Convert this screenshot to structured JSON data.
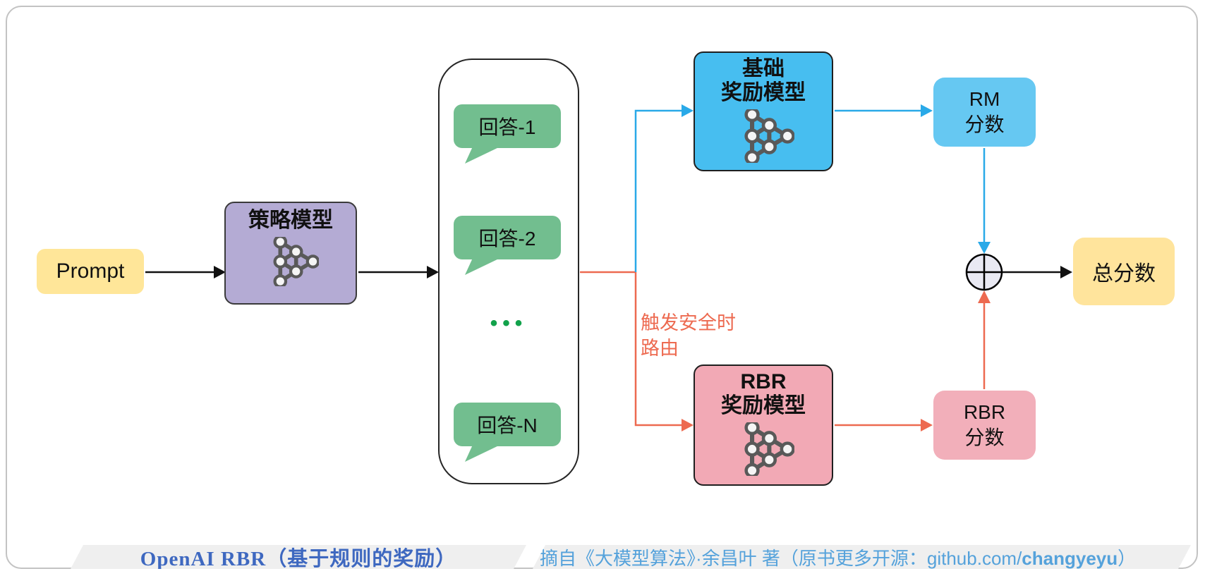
{
  "diagram": {
    "prompt": {
      "label": "Prompt"
    },
    "policy_model": {
      "title": "策略模型"
    },
    "answers": {
      "items": [
        "回答-1",
        "回答-2",
        "回答-N"
      ],
      "ellipsis": "•••"
    },
    "base_reward_model": {
      "title_line1": "基础",
      "title_line2": "奖励模型"
    },
    "rm_score": {
      "line1": "RM",
      "line2": "分数"
    },
    "rbr_reward_model": {
      "title_line1": "RBR",
      "title_line2": "奖励模型"
    },
    "rbr_score": {
      "line1": "RBR",
      "line2": "分数"
    },
    "total_score": {
      "label": "总分数"
    },
    "route_label": {
      "line1": "触发安全时",
      "line2": "路由"
    }
  },
  "footer": {
    "title": "OpenAI RBR（基于规则的奖励）",
    "attribution_prefix": "摘自《大模型算法》·余昌叶 著（原书更多开源：github.com/",
    "attribution_bold": "changyeyu",
    "attribution_suffix": "）"
  },
  "colors": {
    "yellow_box": "#ffe699",
    "purple_box": "#b4abd4",
    "green_bubble": "#72be8f",
    "green_dots": "#12a24b",
    "blue_model_box": "#47bef0",
    "blue_score_box": "#66c8f2",
    "pink_model_box": "#f2a9b5",
    "pink_score_box": "#f2afba",
    "blue_arrow": "#29a9e8",
    "red_arrow": "#ed6a50",
    "black_arrow": "#111111",
    "footer_band": "#efefef",
    "footer_title_blue": "#3e68c0",
    "footer_attr_blue": "#55a2db"
  }
}
